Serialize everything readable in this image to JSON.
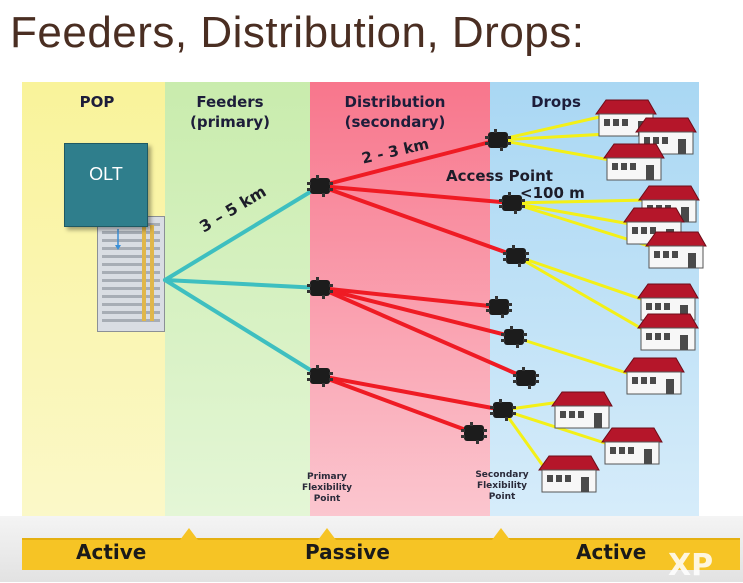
{
  "title": "Feeders, Distribution, Drops:",
  "columns": {
    "pop": "POP",
    "feeders_line1": "Feeders",
    "feeders_line2": "(primary)",
    "distribution_line1": "Distribution",
    "distribution_line2": "(secondary)",
    "drops": "Drops"
  },
  "olt_label": "OLT",
  "labels": {
    "feeder_distance": "3 – 5 km",
    "distribution_distance": "2 - 3 km",
    "access_point": "Access Point",
    "drop_distance": "<100 m",
    "primary_flex_1": "Primary",
    "primary_flex_2": "Flexibility",
    "primary_flex_3": "Point",
    "secondary_flex_1": "Secondary",
    "secondary_flex_2": "Flexibility",
    "secondary_flex_3": "Point"
  },
  "bottom_bar": {
    "left": "Active",
    "middle": "Passive",
    "right": "Active"
  },
  "colors": {
    "feeder_line": "#3ebfc0",
    "distribution_line": "#ef1b24",
    "drop_line": "#f3f018",
    "olt_box": "#2f7e8c",
    "bar": "#f6c425"
  },
  "watermark": "XP"
}
